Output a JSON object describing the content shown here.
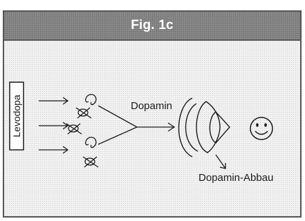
{
  "figure": {
    "title": "Fig. 1c"
  },
  "diagram": {
    "input_label": "Levodopa",
    "neurotransmitter_label": "Dopamin",
    "degradation_label": "Dopamin-Abbau",
    "colors": {
      "line": "#1a1a1a",
      "header": "#8c8c8c",
      "panel": "#f2f2f2"
    }
  }
}
